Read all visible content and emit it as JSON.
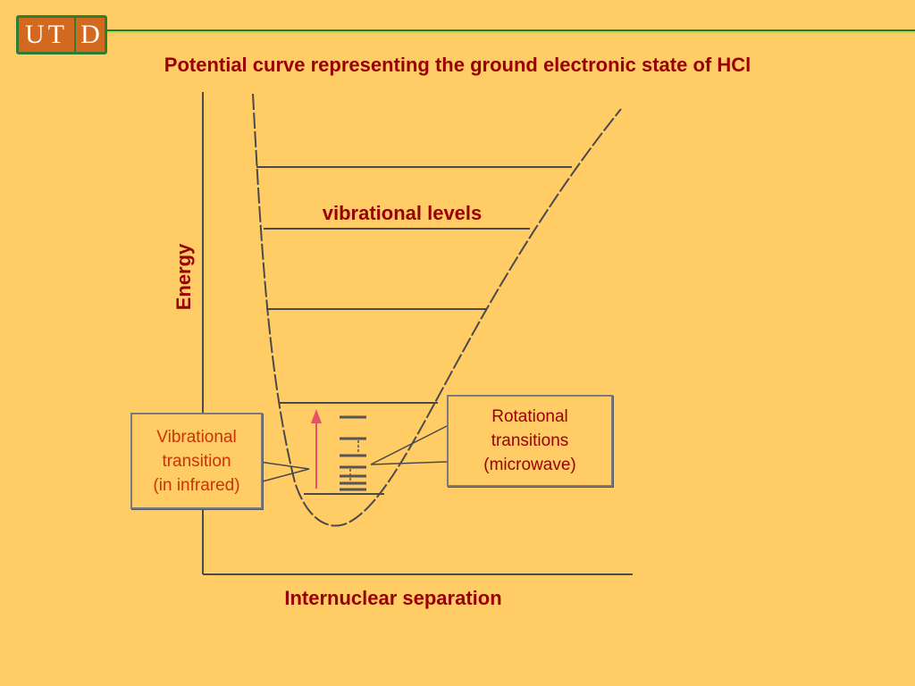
{
  "logo": {
    "left": "UT",
    "right": "D"
  },
  "title": "Potential curve representing the ground electronic state of HCl",
  "axes": {
    "y_label": "Energy",
    "x_label": "Internuclear separation"
  },
  "vibrational_levels_label": "vibrational levels",
  "callouts": {
    "vibrational": {
      "lines": [
        "Vibrational",
        "transition",
        "(in infrared)"
      ]
    },
    "rotational": {
      "lines": [
        "Rotational",
        "transitions",
        "(microwave)"
      ]
    }
  },
  "colors": {
    "background": "#FFCC66",
    "text": "#990000",
    "vibrational_text": "#CC3300",
    "arrow": "#E8506A",
    "lines": "#4a4a4a"
  }
}
